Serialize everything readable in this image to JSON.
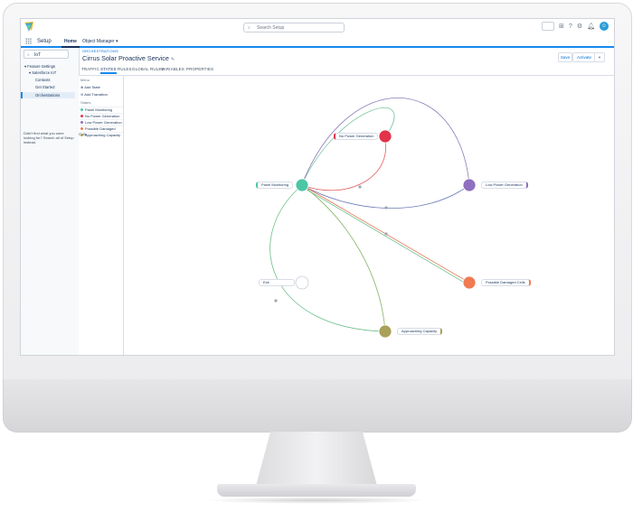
{
  "header": {
    "search_placeholder": "Search Setup"
  },
  "nav": {
    "app_name": "Setup",
    "tabs": [
      "Home",
      "Object Manager"
    ]
  },
  "sidebar": {
    "quick_find_value": "IoT",
    "tree": [
      {
        "label": "Feature Settings",
        "level": 0
      },
      {
        "label": "Salesforce IoT",
        "level": 1
      },
      {
        "label": "Contexts",
        "level": 2
      },
      {
        "label": "Get Started",
        "level": 2
      },
      {
        "label": "Orchestrations",
        "level": 2,
        "active": true
      }
    ],
    "no_find_text": "Didn't find what you were looking for? Search all of Setup instead."
  },
  "page": {
    "breadcrumb": "ORCHESTRATIONS",
    "title": "Cirrus Solar Proactive Service",
    "buttons": {
      "save": "Save",
      "activate": "Activate"
    }
  },
  "tabs": [
    "TRAFFIC",
    "STATES",
    "RULES",
    "GLOBAL RULES",
    "VARIABLES",
    "PROPERTIES"
  ],
  "states_panel": {
    "menu_heading": "Menu",
    "add_state": "Add State",
    "add_transition": "Add Transition",
    "states_heading": "States",
    "states": [
      {
        "label": "Panel Monitoring",
        "color": "#4bc6a5"
      },
      {
        "label": "No Power Generation",
        "color": "#e2334b"
      },
      {
        "label": "Low Power Generation",
        "color": "#8e6fc0"
      },
      {
        "label": "Possible Damaged Cells",
        "color": "#f07a52"
      },
      {
        "label": "Approaching Capacity",
        "color": "#a9a05a"
      }
    ]
  },
  "graph": {
    "nodes": [
      {
        "id": "panel",
        "label": "Panel Monitoring",
        "color": "#4bc6a5"
      },
      {
        "id": "nopower",
        "label": "No Power Generation",
        "color": "#e2334b"
      },
      {
        "id": "lowpower",
        "label": "Low Power Generation",
        "color": "#8e6fc0"
      },
      {
        "id": "damaged",
        "label": "Possible Damaged Cells",
        "color": "#f07a52"
      },
      {
        "id": "exit",
        "label": "Exit",
        "color": "#ffffff"
      },
      {
        "id": "capacity",
        "label": "Approaching Capacity",
        "color": "#a9a05a"
      }
    ]
  }
}
